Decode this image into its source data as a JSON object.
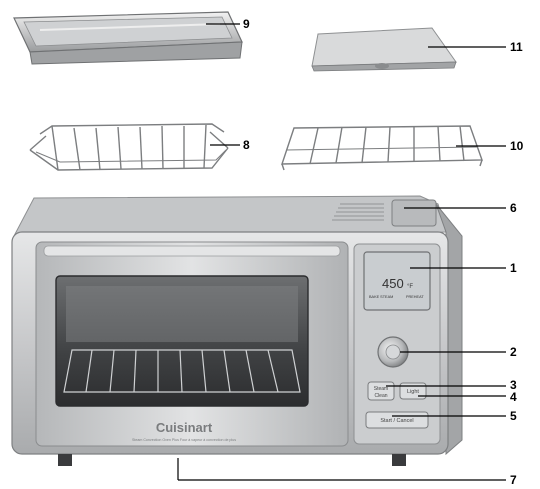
{
  "brand": "Cuisinart",
  "oven_subtitle": "Steam Convection Oven Plus  Four à vapeur à convection de plus",
  "display": {
    "temperature": "450",
    "unit": "°F",
    "mode_left": "BAKE STEAM",
    "mode_right": "PREHEAT"
  },
  "buttons": {
    "steam_clean_line1": "Steam",
    "steam_clean_line2": "Clean",
    "light": "Light",
    "start_cancel": "Start / Cancel"
  },
  "callouts": [
    {
      "number": "9"
    },
    {
      "number": "11"
    },
    {
      "number": "8"
    },
    {
      "number": "10"
    },
    {
      "number": "6"
    },
    {
      "number": "1"
    },
    {
      "number": "2"
    },
    {
      "number": "3"
    },
    {
      "number": "4"
    },
    {
      "number": "5"
    },
    {
      "number": "7"
    }
  ],
  "colors": {
    "steel_light": "#d8d9da",
    "steel_mid": "#b9babc",
    "steel_dark": "#8e9092",
    "glass": "#4a4c4e",
    "lcd": "#c9cdd0",
    "ink": "#000000"
  }
}
